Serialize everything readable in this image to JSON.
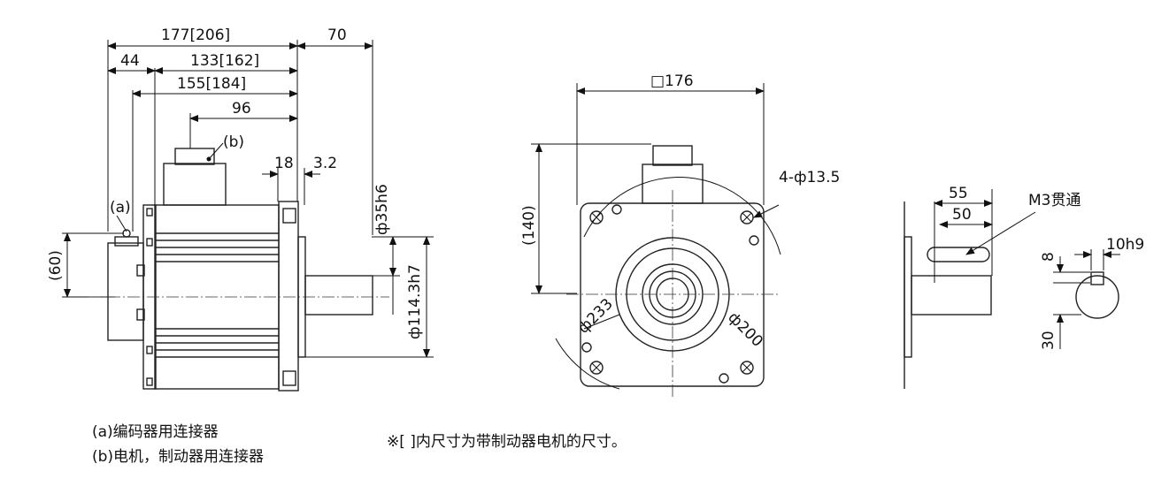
{
  "side_view": {
    "dim_overall": "177[206]",
    "dim_shaft_ext": "70",
    "dim_44": "44",
    "dim_body": "133[162]",
    "dim_155": "155[184]",
    "dim_96": "96",
    "dim_18": "18",
    "dim_3_2": "3.2",
    "dim_60": "(60)",
    "dim_shaft_dia": "ф35h6",
    "dim_spigot_dia": "ф114.3h7",
    "label_a": "(a)",
    "label_b": "(b)"
  },
  "front_view": {
    "dim_square": "□176",
    "dim_height": "(140)",
    "dim_holes": "4-ф13.5",
    "dim_pcd": "ф233",
    "dim_inner": "ф200"
  },
  "shaft_view": {
    "dim_55": "55",
    "dim_50": "50",
    "label_thread": "M3贯通",
    "dim_key_width": "10h9",
    "dim_8": "8",
    "dim_30": "30"
  },
  "notes": {
    "note_a": "(a)编码器用连接器",
    "note_b": "(b)电机，制动器用连接器",
    "note_bracket": "※[ ]内尺寸为带制动器电机的尺寸。"
  }
}
